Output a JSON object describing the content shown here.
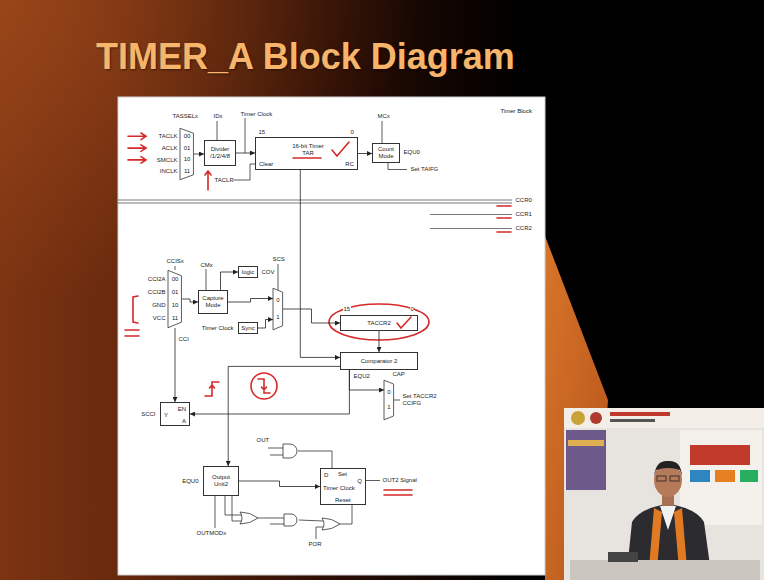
{
  "diagram": {
    "title": "TIMER_A Block Diagram",
    "nodes": [
      {
        "text": [
          "00",
          "01",
          "10",
          "11"
        ]
      },
      {
        "text": [
          "Divider /1/2/4/8"
        ]
      },
      {
        "text": [
          "16-bit Timer TAR",
          "Clear",
          "RC"
        ]
      },
      {
        "text": [
          "Count Mode"
        ]
      },
      {
        "text": [
          "00",
          "01",
          "10",
          "11"
        ]
      },
      {
        "text": [
          "Capture Mode"
        ]
      },
      {
        "text": [
          "logic"
        ]
      },
      {
        "text": [
          "Sync"
        ]
      },
      {
        "text": [
          "0",
          "1"
        ]
      },
      {
        "text": [
          "TACCR2"
        ]
      },
      {
        "text": [
          "Comparator 2"
        ]
      },
      {
        "text": [
          "0",
          "1"
        ]
      },
      {
        "text": [
          "Y",
          "EN",
          "A"
        ]
      },
      {
        "text": [
          "Output Unit2"
        ]
      },
      {
        "text": [
          "D",
          "Set",
          "Q",
          "Timer Clock",
          "Reset"
        ]
      }
    ],
    "edges": [
      {
        "from": 0,
        "to": 1,
        "arrow": "to"
      },
      {
        "from": 1,
        "to": 2,
        "arrow": "to"
      },
      {
        "from": 2,
        "to": 3,
        "arrow": "to"
      },
      {
        "from": 2,
        "to": 10,
        "arrow": "to"
      },
      {
        "from": 4,
        "to": 5,
        "arrow": "to"
      },
      {
        "from": 5,
        "to": 8,
        "arrow": "to"
      },
      {
        "from": 7,
        "to": 8,
        "arrow": "to"
      },
      {
        "from": 5,
        "to": 6,
        "arrow": "to"
      },
      {
        "from": 8,
        "to": 9,
        "arrow": "to"
      },
      {
        "from": 9,
        "to": 10,
        "arrow": "to"
      },
      {
        "from": 10,
        "to": 11,
        "arrow": "to"
      },
      {
        "from": 4,
        "to": 12,
        "arrow": "to"
      },
      {
        "from": 10,
        "to": 12,
        "arrow": "to"
      },
      {
        "from": 10,
        "to": 13,
        "arrow": "to"
      },
      {
        "from": 13,
        "to": 14,
        "arrow": "to"
      }
    ],
    "labels": [
      "Timer Block",
      "TASSELx",
      "TACLK",
      "ACLK",
      "SMCLK",
      "INCLK",
      "IDx",
      "Timer Clock",
      "15",
      "0",
      "MCx",
      "EQU0",
      "Set TAIFG",
      "TACLR",
      "CCR0",
      "CCR1",
      "CCR2",
      "CCISx",
      "CCI2A",
      "CCI2B",
      "GND",
      "VCC",
      "CCI",
      "CMx",
      "COV",
      "SCS",
      "Timer Clock",
      "15",
      "0",
      "EQU2",
      "CAP",
      "Set TACCR2 CCIFG",
      "SCCI",
      "OUT",
      "EQU0",
      "OUTMODx",
      "POR",
      "OUT2 Signal"
    ]
  }
}
